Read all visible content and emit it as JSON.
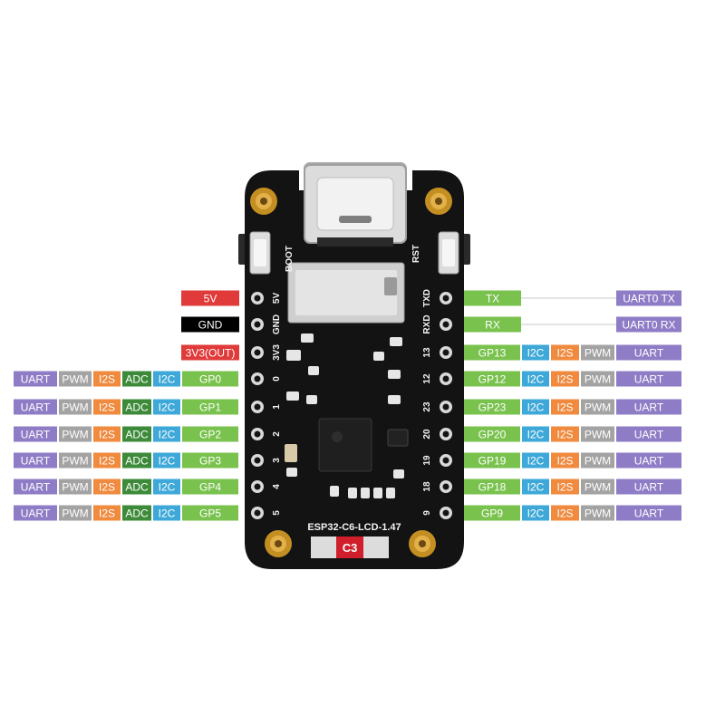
{
  "colors": {
    "uart": "#8f7cc6",
    "pwm": "#a3a3a3",
    "i2s": "#ef8a3e",
    "adc": "#3d8b3a",
    "i2c": "#3ea8d8",
    "gpio": "#79c24e",
    "power_5v": "#e03a3a",
    "gnd": "#000000",
    "power_3v3": "#e03a3a",
    "board": "#131313",
    "header_gold": "#d69b2a"
  },
  "board": {
    "name": "ESP32-C6-LCD-1.47",
    "marker": "C3",
    "button_left": "BOOT",
    "button_right": "RST",
    "left_header": [
      "5V",
      "GND",
      "3V3",
      "0",
      "1",
      "2",
      "3",
      "4",
      "5"
    ],
    "right_header": [
      "TXD",
      "RXD",
      "13",
      "12",
      "23",
      "20",
      "19",
      "18",
      "9"
    ]
  },
  "left_power": [
    {
      "label": "5V",
      "color": "power_5v"
    },
    {
      "label": "GND",
      "color": "gnd"
    },
    {
      "label": "3V3(OUT)",
      "color": "power_3v3"
    }
  ],
  "left_pins": [
    {
      "gpio": "GP0",
      "funcs": [
        "UART",
        "PWM",
        "I2S",
        "ADC",
        "I2C"
      ]
    },
    {
      "gpio": "GP1",
      "funcs": [
        "UART",
        "PWM",
        "I2S",
        "ADC",
        "I2C"
      ]
    },
    {
      "gpio": "GP2",
      "funcs": [
        "UART",
        "PWM",
        "I2S",
        "ADC",
        "I2C"
      ]
    },
    {
      "gpio": "GP3",
      "funcs": [
        "UART",
        "PWM",
        "I2S",
        "ADC",
        "I2C"
      ]
    },
    {
      "gpio": "GP4",
      "funcs": [
        "UART",
        "PWM",
        "I2S",
        "ADC",
        "I2C"
      ]
    },
    {
      "gpio": "GP5",
      "funcs": [
        "UART",
        "PWM",
        "I2S",
        "ADC",
        "I2C"
      ]
    }
  ],
  "right_uart": [
    {
      "pin": "TX",
      "func": "UART0 TX"
    },
    {
      "pin": "RX",
      "func": "UART0 RX"
    }
  ],
  "right_pins": [
    {
      "gpio": "GP13",
      "funcs": [
        "I2C",
        "I2S",
        "PWM",
        "UART"
      ]
    },
    {
      "gpio": "GP12",
      "funcs": [
        "I2C",
        "I2S",
        "PWM",
        "UART"
      ]
    },
    {
      "gpio": "GP23",
      "funcs": [
        "I2C",
        "I2S",
        "PWM",
        "UART"
      ]
    },
    {
      "gpio": "GP20",
      "funcs": [
        "I2C",
        "I2S",
        "PWM",
        "UART"
      ]
    },
    {
      "gpio": "GP19",
      "funcs": [
        "I2C",
        "I2S",
        "PWM",
        "UART"
      ]
    },
    {
      "gpio": "GP18",
      "funcs": [
        "I2C",
        "I2S",
        "PWM",
        "UART"
      ]
    },
    {
      "gpio": "GP9",
      "funcs": [
        "I2C",
        "I2S",
        "PWM",
        "UART"
      ]
    }
  ]
}
